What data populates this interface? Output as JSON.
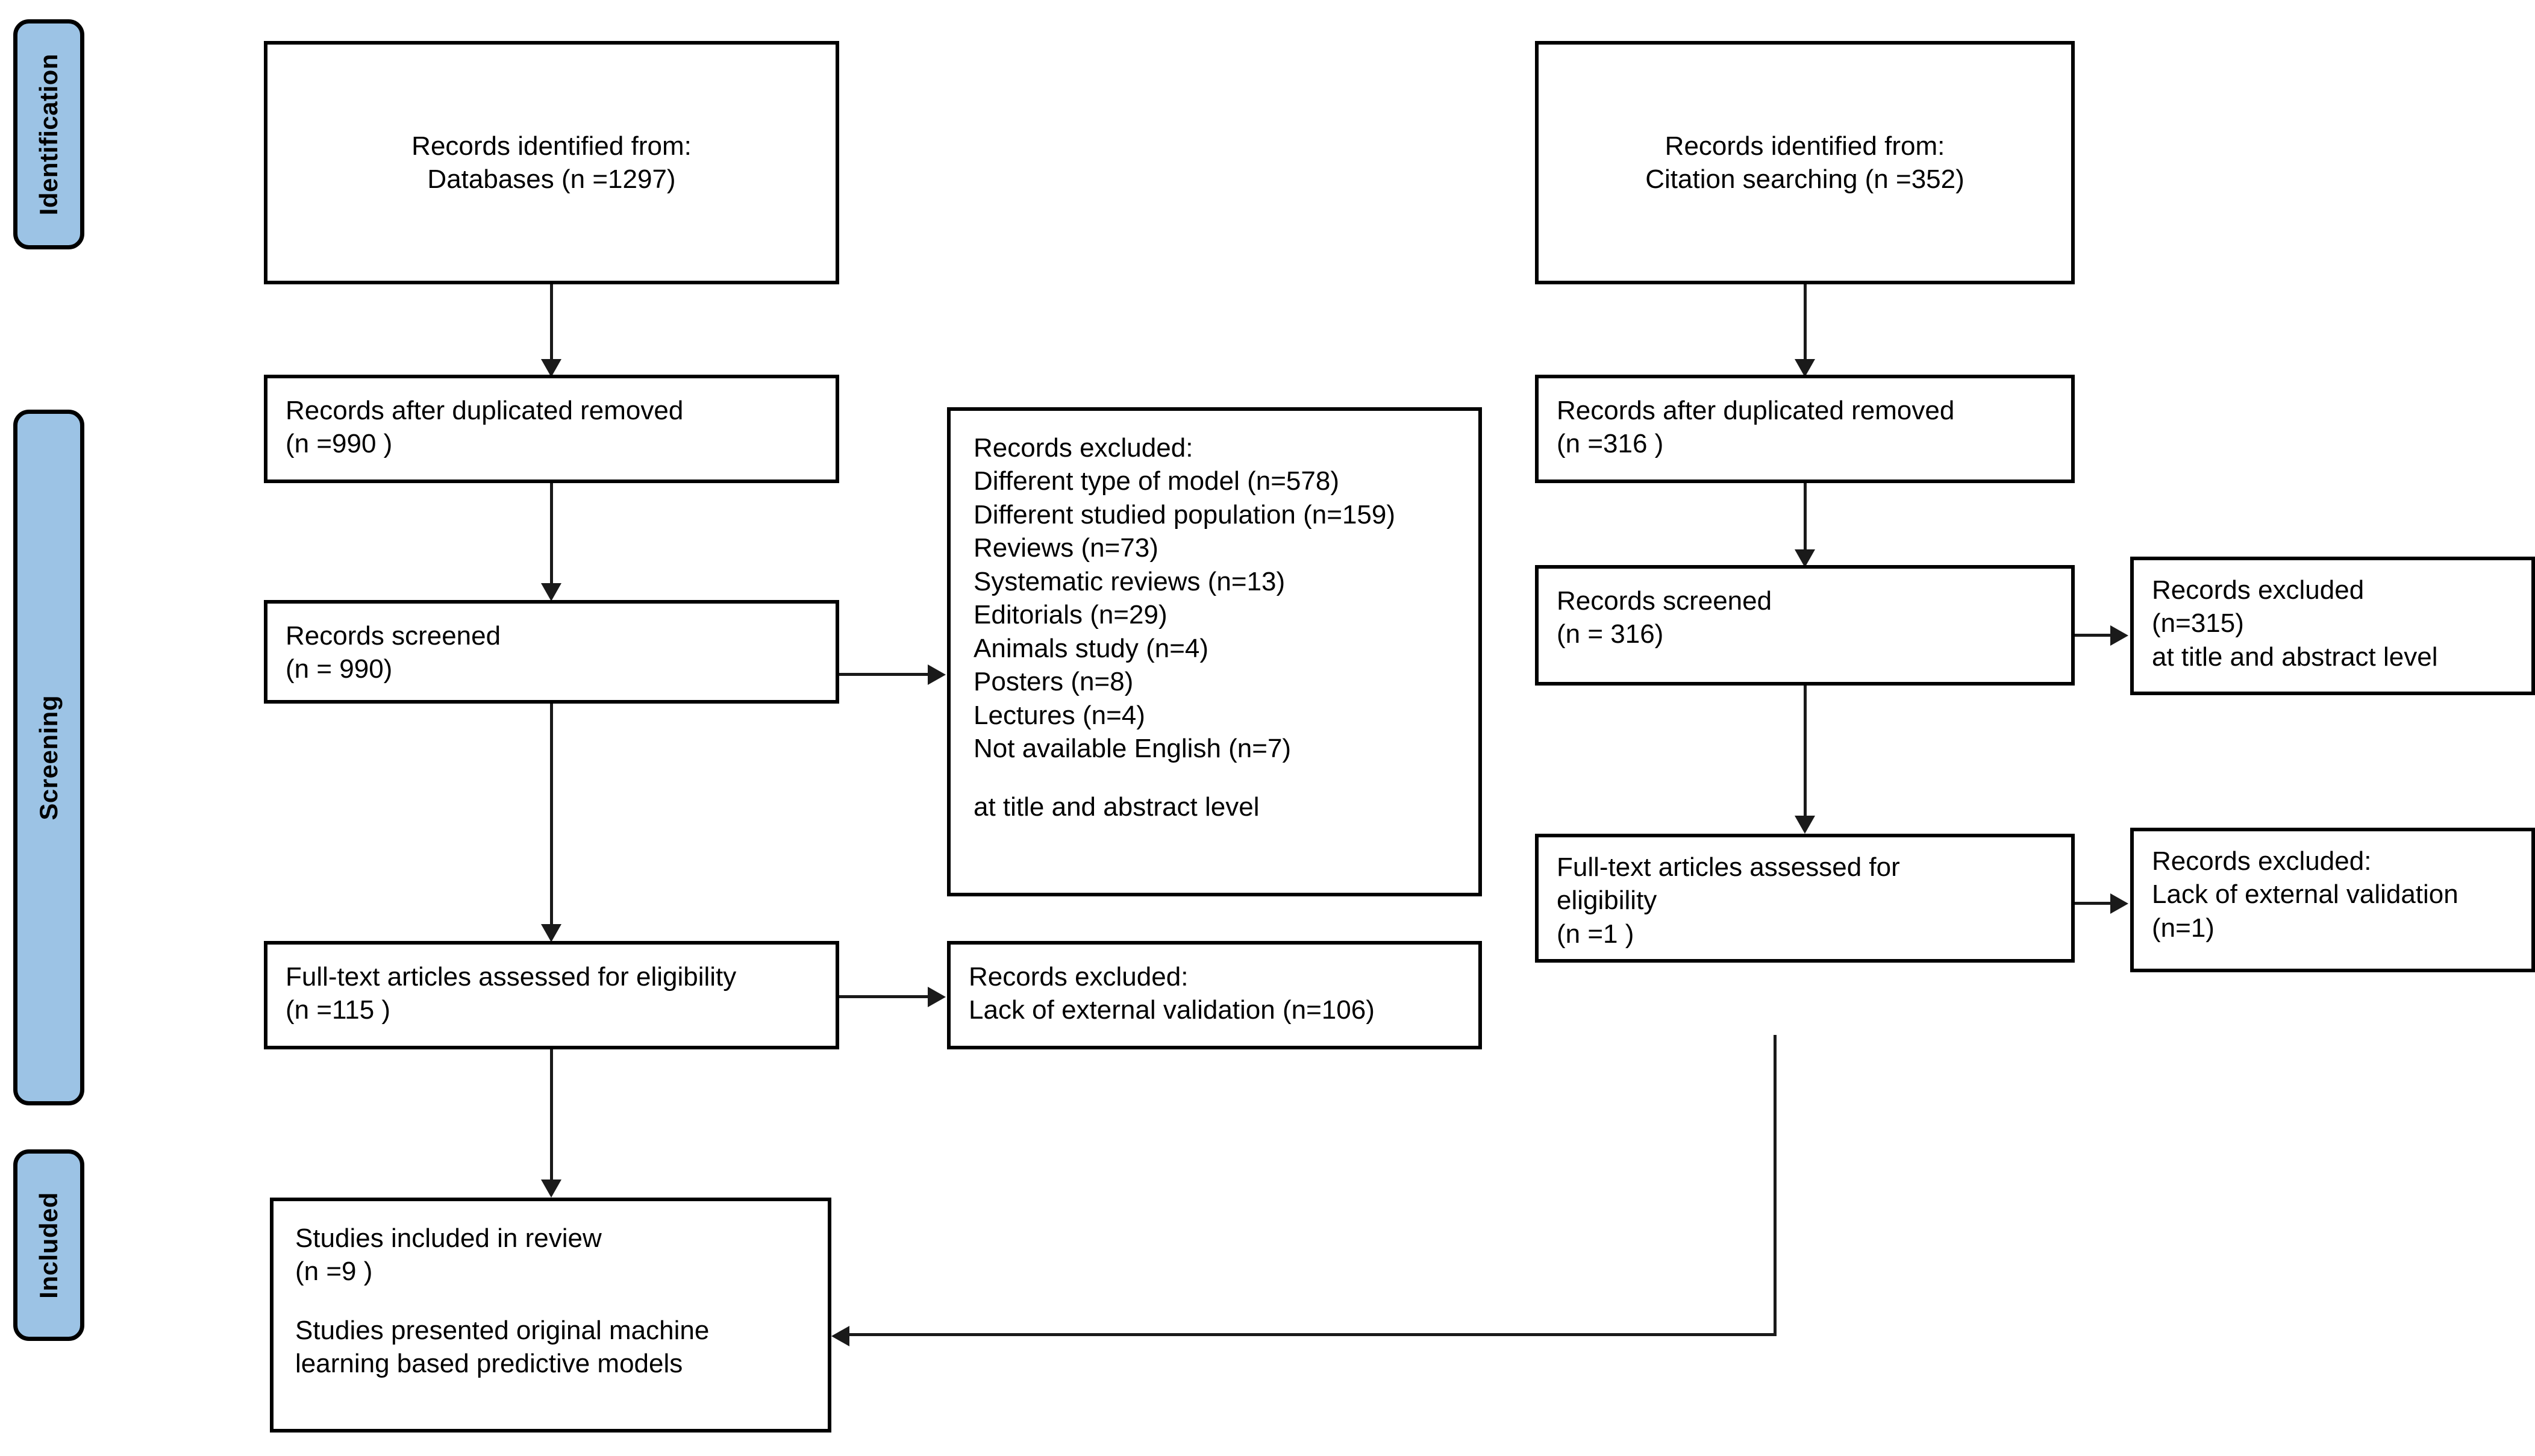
{
  "diagram": {
    "type": "prisma-flow-diagram",
    "stages": [
      {
        "id": "identification",
        "label": "Identification"
      },
      {
        "id": "screening",
        "label": "Screening"
      },
      {
        "id": "included",
        "label": "Included"
      }
    ],
    "boxes": {
      "db_identified": {
        "lines": [
          "Records identified from:",
          "Databases (n =1297)"
        ]
      },
      "db_duplicates_removed": {
        "lines": [
          "Records after duplicated removed",
          "(n =990 )"
        ]
      },
      "db_screened": {
        "lines": [
          "Records screened",
          "(n = 990)"
        ]
      },
      "db_screen_excluded": {
        "lines": [
          "Records excluded:",
          "Different type of model (n=578)",
          "Different studied population (n=159)",
          "Reviews (n=73)",
          "Systematic reviews (n=13)",
          "Editorials (n=29)",
          "Animals study (n=4)",
          "Posters (n=8)",
          "Lectures (n=4)",
          "Not available English (n=7)",
          "",
          "at title and abstract level"
        ]
      },
      "db_fulltext": {
        "lines": [
          "Full-text articles assessed for eligibility",
          "(n =115 )"
        ]
      },
      "db_fulltext_excluded": {
        "lines": [
          "Records excluded:",
          "Lack of external validation (n=106)"
        ]
      },
      "included_studies": {
        "lines": [
          "Studies included in review",
          "(n =9 )",
          "",
          "Studies presented original machine",
          "learning based predictive models"
        ]
      },
      "cit_identified": {
        "lines": [
          "Records identified from:",
          "Citation searching (n =352)"
        ]
      },
      "cit_duplicates_removed": {
        "lines": [
          "Records after duplicated removed",
          "(n =316 )"
        ]
      },
      "cit_screened": {
        "lines": [
          "Records screened",
          "(n = 316)"
        ]
      },
      "cit_screen_excluded": {
        "lines": [
          "Records excluded",
          "(n=315)",
          "at title and abstract level"
        ]
      },
      "cit_fulltext": {
        "lines": [
          "Full-text articles assessed for",
          "eligibility",
          "(n =1 )"
        ]
      },
      "cit_fulltext_excluded": {
        "lines": [
          "Records excluded:",
          "Lack of external validation",
          "(n=1)"
        ]
      }
    },
    "colors": {
      "stage_fill": "#9CC3E5",
      "stage_border": "#000000",
      "box_border": "#000000",
      "box_fill": "#FFFFFF",
      "connector": "#1A1A1A",
      "text": "#000000"
    }
  }
}
